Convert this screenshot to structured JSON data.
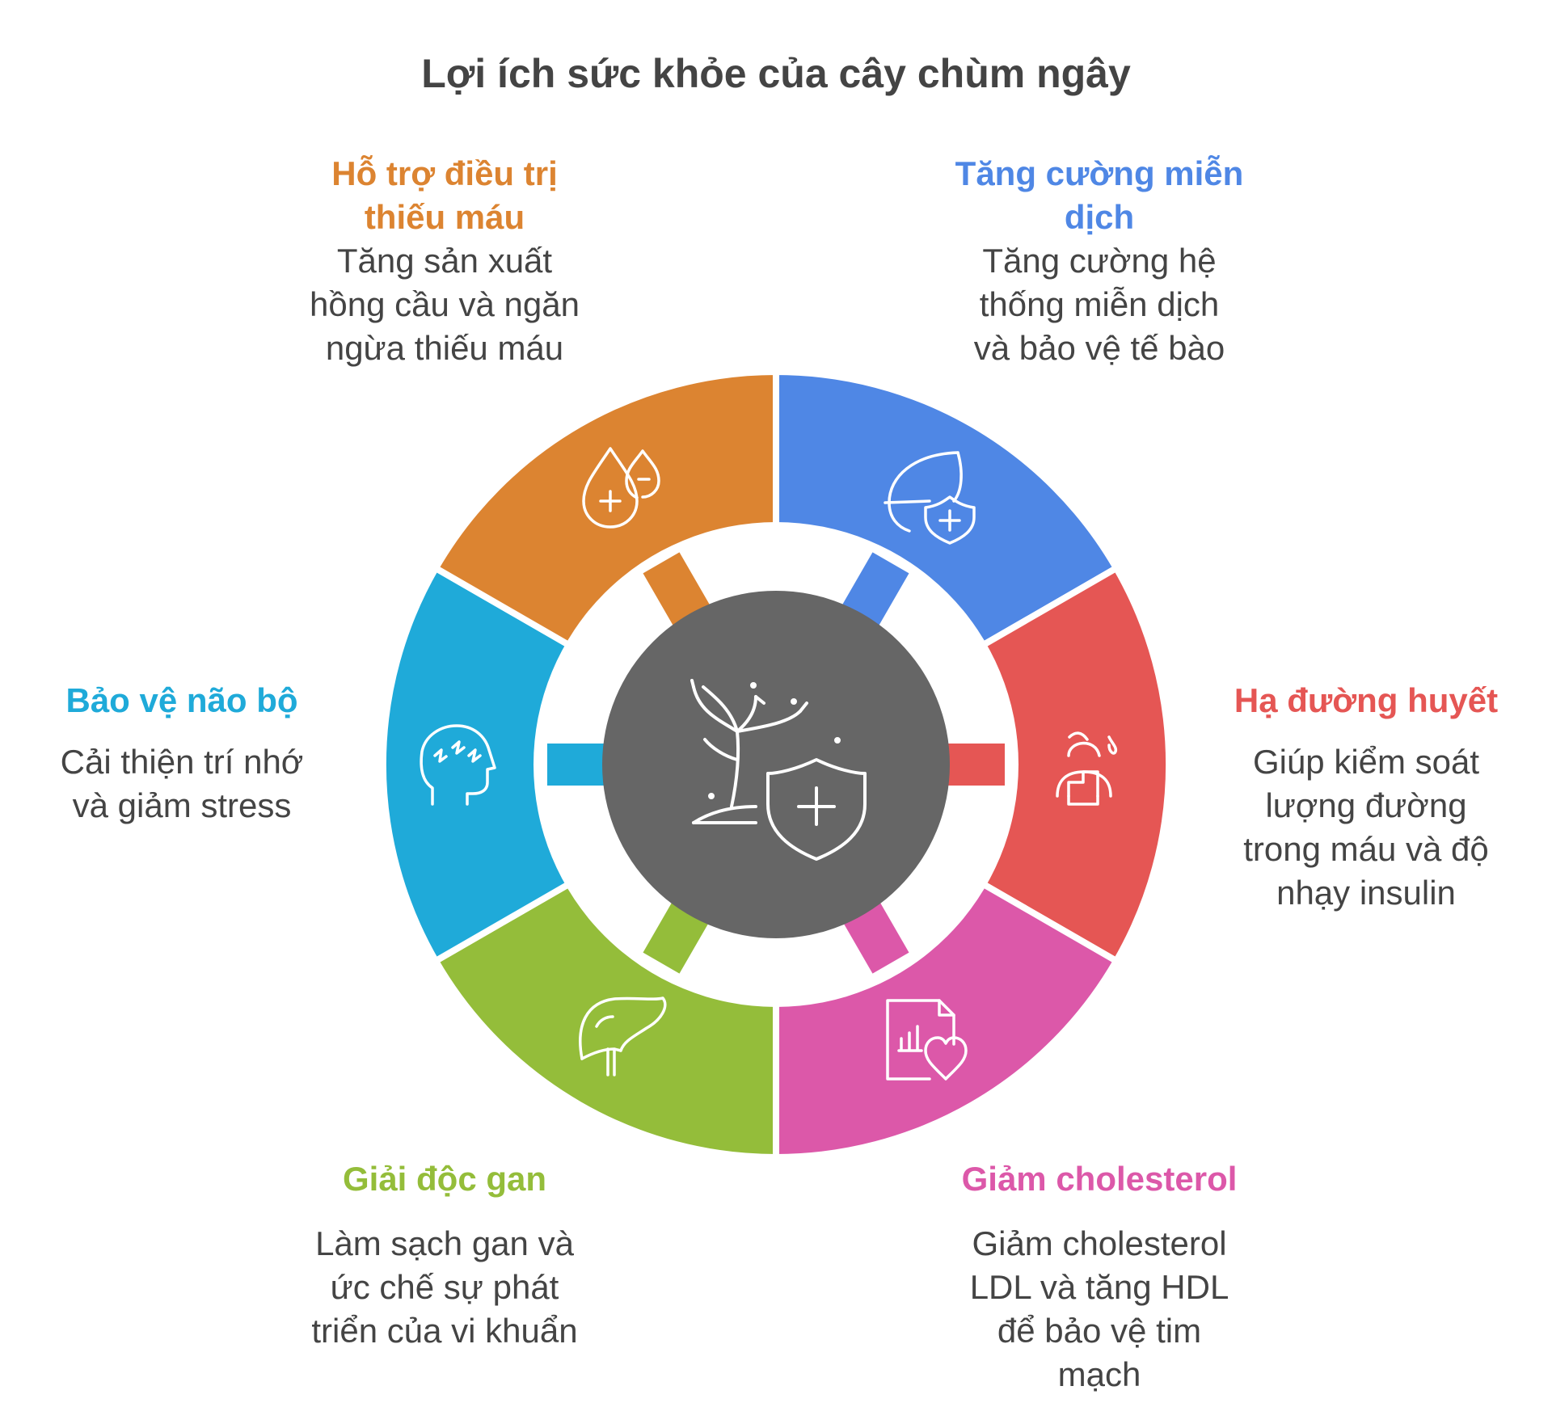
{
  "title": "Lợi ích sức khỏe của cây chùm ngây",
  "center": {
    "icon": "tree-shield-plus-icon",
    "color": "#666666"
  },
  "segments": [
    {
      "key": "immunity",
      "heading": "Tăng cường miễn dịch",
      "description": "Tăng cường hệ thống miễn dịch và bảo vệ tế bào",
      "color": "#4f87e5",
      "icon": "leaf-shield-icon"
    },
    {
      "key": "blood-sugar",
      "heading": "Hạ đường huyết",
      "description": "Giúp kiểm soát lượng đường trong máu và độ nhạy insulin",
      "color": "#e55654",
      "icon": "person-sweat-icon"
    },
    {
      "key": "cholesterol",
      "heading": "Giảm cholesterol",
      "description": "Giảm cholesterol LDL và tăng HDL để bảo vệ tim mạch",
      "color": "#dc58a9",
      "icon": "chart-heart-icon"
    },
    {
      "key": "liver",
      "heading": "Giải độc gan",
      "description": "Làm sạch gan và ức chế sự phát triển của vi khuẩn",
      "color": "#94bd3a",
      "icon": "liver-icon"
    },
    {
      "key": "brain",
      "heading": "Bảo vệ não bộ",
      "description": "Cải thiện trí nhớ và giảm stress",
      "color": "#1faad9",
      "icon": "head-brain-icon"
    },
    {
      "key": "anemia",
      "heading": "Hỗ trợ điều trị thiếu máu",
      "description": "Tăng sản xuất hồng cầu và ngăn ngừa thiếu máu",
      "color": "#dc8431",
      "icon": "blood-drops-icon"
    }
  ]
}
